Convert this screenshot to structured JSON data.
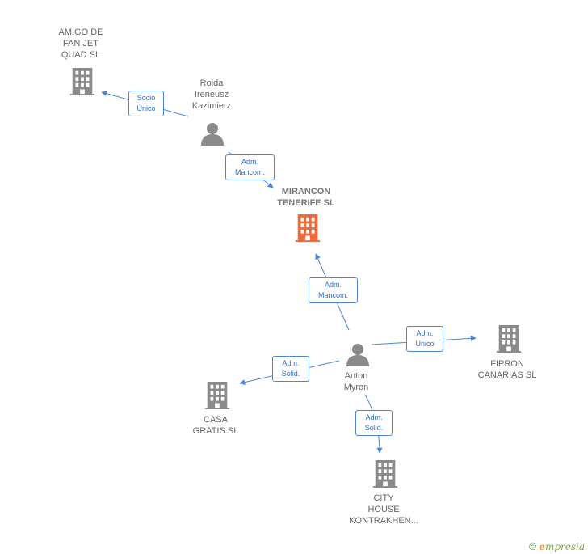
{
  "colors": {
    "edge": "#4a86d4",
    "company": "#8a8a8a",
    "focus_company": "#f06a3a",
    "person": "#8a8a8a"
  },
  "nodes": {
    "amigo": {
      "label": "AMIGO DE\nFAN JET\nQUAD  SL",
      "icon": "building-icon"
    },
    "rojda": {
      "label": "Rojda\nIreneusz\nKazimierz",
      "icon": "person-icon"
    },
    "mirancon": {
      "label": "MIRANCON\nTENERIFE  SL",
      "icon": "building-icon"
    },
    "anton": {
      "label": "Anton\nMyron",
      "icon": "person-icon"
    },
    "fipron": {
      "label": "FIPRON\nCANARIAS  SL",
      "icon": "building-icon"
    },
    "casa": {
      "label": "CASA\nGRATIS  SL",
      "icon": "building-icon"
    },
    "city": {
      "label": "CITY\nHOUSE\nKONTRAKHEN...",
      "icon": "building-icon"
    }
  },
  "edges": {
    "rojda_amigo": "Socio\nÚnico",
    "rojda_mirancon": "Adm.\nMancom.",
    "anton_mirancon": "Adm.\nMancom.",
    "anton_fipron": "Adm.\nUnico",
    "anton_casa": "Adm.\nSolid.",
    "anton_city": "Adm.\nSolid."
  },
  "brand": {
    "copyright": "©",
    "name_initial": "e",
    "name_rest": "mpresia"
  }
}
